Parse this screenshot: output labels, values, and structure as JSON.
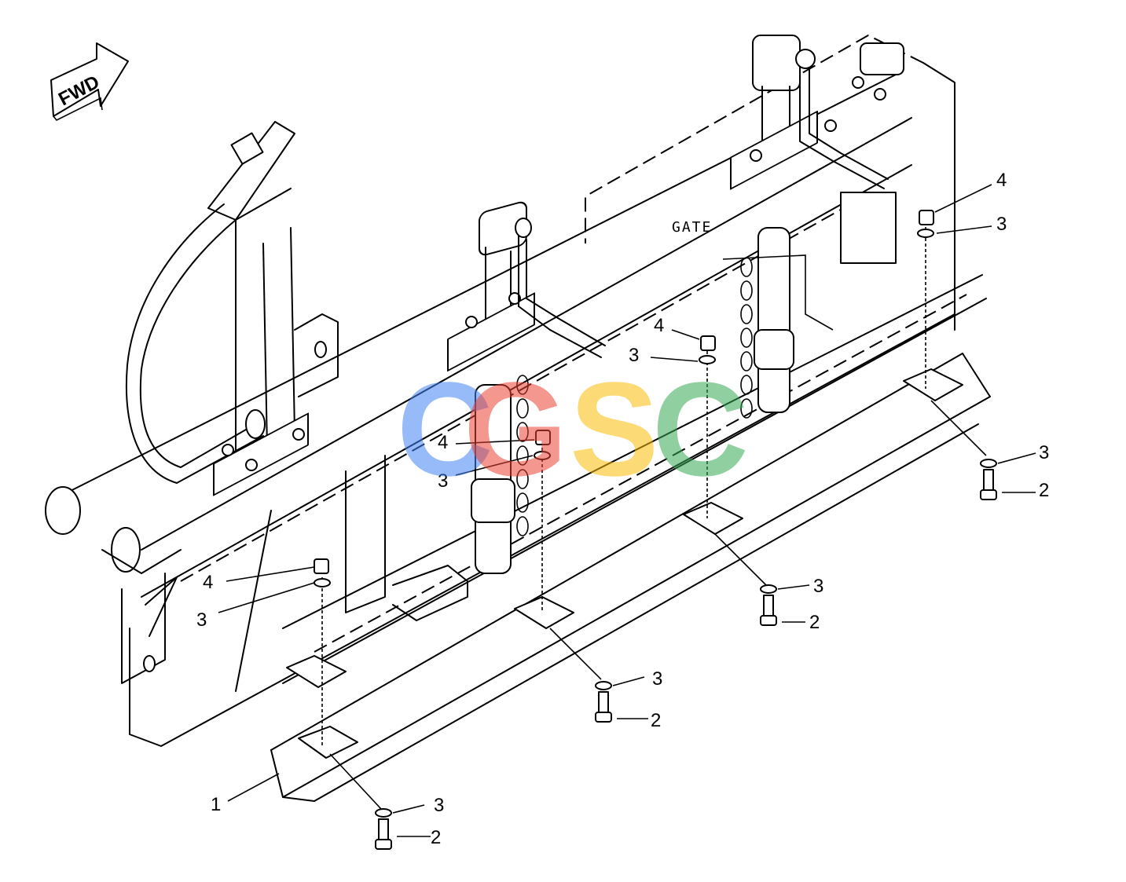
{
  "labels": {
    "fwd": "FWD",
    "gate": "GATE"
  },
  "callouts": [
    {
      "id": "c1",
      "text": "1"
    },
    {
      "id": "c2a",
      "text": "2"
    },
    {
      "id": "c2b",
      "text": "2"
    },
    {
      "id": "c2c",
      "text": "2"
    },
    {
      "id": "c2d",
      "text": "2"
    },
    {
      "id": "c3a",
      "text": "3"
    },
    {
      "id": "c3b",
      "text": "3"
    },
    {
      "id": "c3c",
      "text": "3"
    },
    {
      "id": "c3d",
      "text": "3"
    },
    {
      "id": "c3e",
      "text": "3"
    },
    {
      "id": "c3f",
      "text": "3"
    },
    {
      "id": "c3g",
      "text": "3"
    },
    {
      "id": "c3h",
      "text": "3"
    },
    {
      "id": "c4a",
      "text": "4"
    },
    {
      "id": "c4b",
      "text": "4"
    },
    {
      "id": "c4c",
      "text": "4"
    },
    {
      "id": "c4d",
      "text": "4"
    }
  ],
  "watermark": {
    "letters": [
      {
        "char": "C",
        "color": "#4285F4"
      },
      {
        "char": "G",
        "color": "#EA4335"
      },
      {
        "char": "S",
        "color": "#FBBC05"
      },
      {
        "char": "C",
        "color": "#34A853"
      }
    ]
  }
}
